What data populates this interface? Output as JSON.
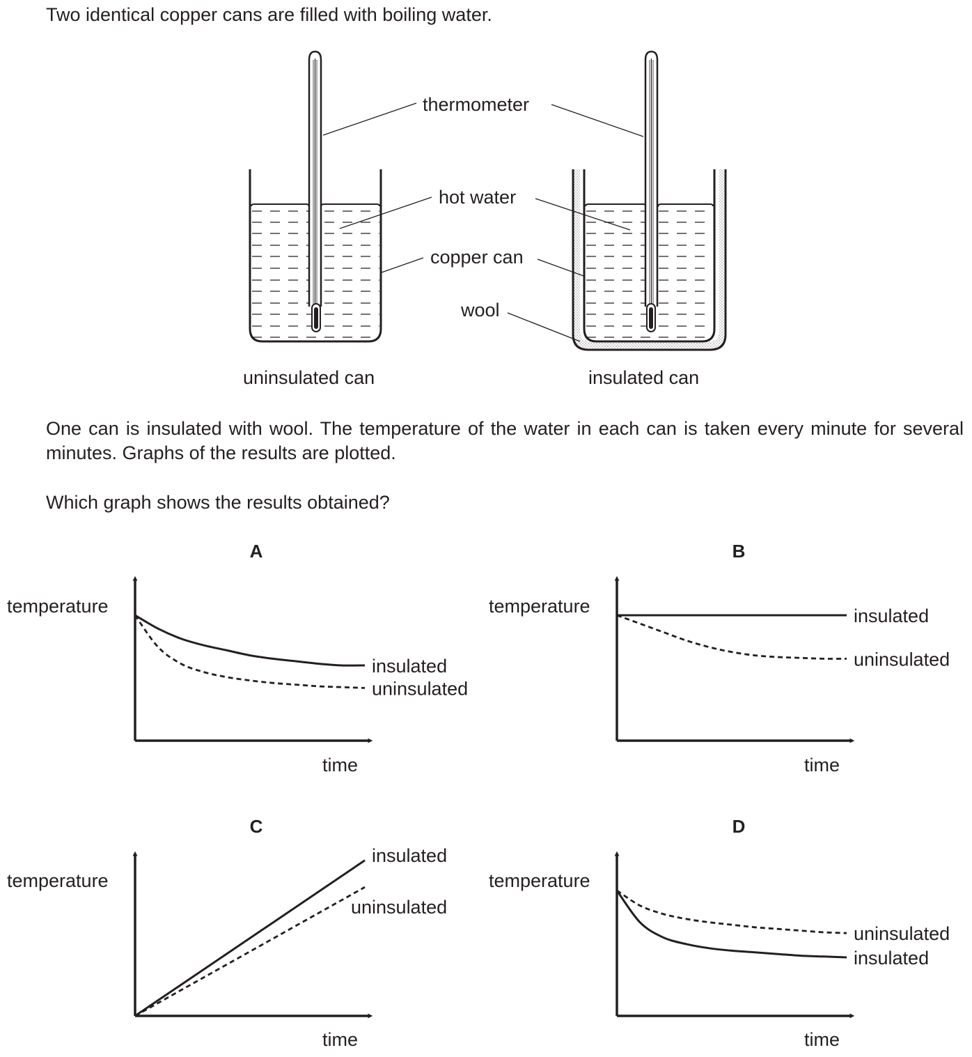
{
  "intro": "Two identical copper cans are filled with boiling water.",
  "diagram": {
    "labels": {
      "thermometer": "thermometer",
      "hot_water": "hot water",
      "copper_can": "copper can",
      "wool": "wool"
    },
    "captions": {
      "left": "uninsulated can",
      "right": "insulated can"
    }
  },
  "paragraph": "One can is insulated with wool. The temperature of the water in each can is taken every minute for several minutes. Graphs of the results are plotted.",
  "question": "Which graph shows the results obtained?",
  "colors": {
    "ink": "#231f20",
    "wool": "#9a9a9a"
  },
  "chart_data": [
    {
      "type": "line",
      "title": "A",
      "xlabel": "time",
      "ylabel": "temperature",
      "x": [
        0,
        1,
        2,
        3,
        4,
        5,
        6,
        7,
        8,
        9,
        10
      ],
      "ylim": [
        0,
        10
      ],
      "xlim": [
        0,
        11
      ],
      "series": [
        {
          "name": "insulated",
          "style": "solid",
          "values": [
            7.5,
            6.7,
            6.1,
            5.7,
            5.4,
            5.1,
            4.9,
            4.75,
            4.6,
            4.5,
            4.5
          ]
        },
        {
          "name": "uninsulated",
          "style": "dashed",
          "values": [
            7.5,
            5.6,
            4.6,
            4.1,
            3.8,
            3.6,
            3.45,
            3.35,
            3.25,
            3.2,
            3.15
          ]
        }
      ]
    },
    {
      "type": "line",
      "title": "B",
      "xlabel": "time",
      "ylabel": "temperature",
      "x": [
        0,
        1,
        2,
        3,
        4,
        5,
        6,
        7,
        8,
        9,
        10
      ],
      "ylim": [
        0,
        10
      ],
      "xlim": [
        0,
        11
      ],
      "series": [
        {
          "name": "insulated",
          "style": "solid",
          "values": [
            7.5,
            7.5,
            7.5,
            7.5,
            7.5,
            7.5,
            7.5,
            7.5,
            7.5,
            7.5,
            7.5
          ]
        },
        {
          "name": "uninsulated",
          "style": "dashed",
          "values": [
            7.5,
            7.0,
            6.5,
            6.0,
            5.6,
            5.3,
            5.1,
            5.0,
            4.95,
            4.9,
            4.9
          ]
        }
      ]
    },
    {
      "type": "line",
      "title": "C",
      "xlabel": "time",
      "ylabel": "temperature",
      "x": [
        0,
        10
      ],
      "ylim": [
        0,
        10
      ],
      "xlim": [
        0,
        11
      ],
      "series": [
        {
          "name": "insulated",
          "style": "solid",
          "values": [
            0,
            9.3
          ]
        },
        {
          "name": "uninsulated",
          "style": "dashed",
          "values": [
            0,
            7.7
          ]
        }
      ]
    },
    {
      "type": "line",
      "title": "D",
      "xlabel": "time",
      "ylabel": "temperature",
      "x": [
        0,
        1,
        2,
        3,
        4,
        5,
        6,
        7,
        8,
        9,
        10
      ],
      "ylim": [
        0,
        10
      ],
      "xlim": [
        0,
        11
      ],
      "series": [
        {
          "name": "uninsulated",
          "style": "dashed",
          "values": [
            7.5,
            6.6,
            6.1,
            5.8,
            5.6,
            5.45,
            5.3,
            5.2,
            5.1,
            5.0,
            4.95
          ]
        },
        {
          "name": "insulated",
          "style": "solid",
          "values": [
            7.5,
            5.6,
            4.7,
            4.3,
            4.05,
            3.9,
            3.8,
            3.7,
            3.6,
            3.55,
            3.5
          ]
        }
      ]
    }
  ]
}
